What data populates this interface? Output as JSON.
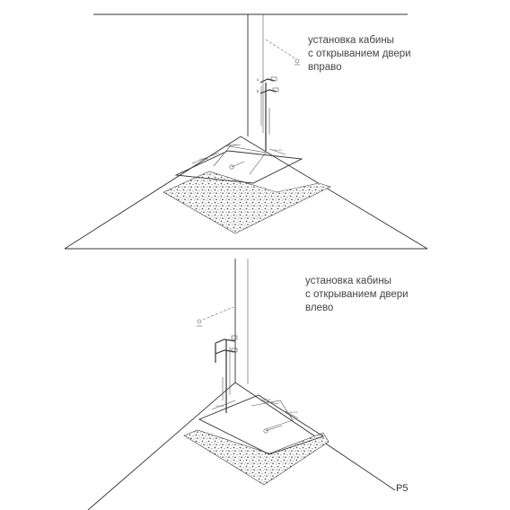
{
  "diagram": {
    "captions": {
      "top": [
        "установка кабины",
        "с открыванием двери",
        "вправо"
      ],
      "bottom": [
        "установка кабины",
        "с открыванием двери",
        "влево"
      ]
    },
    "page_number": "P5",
    "colors": {
      "line": "#333333",
      "text": "#444444",
      "background": "#ffffff"
    }
  }
}
